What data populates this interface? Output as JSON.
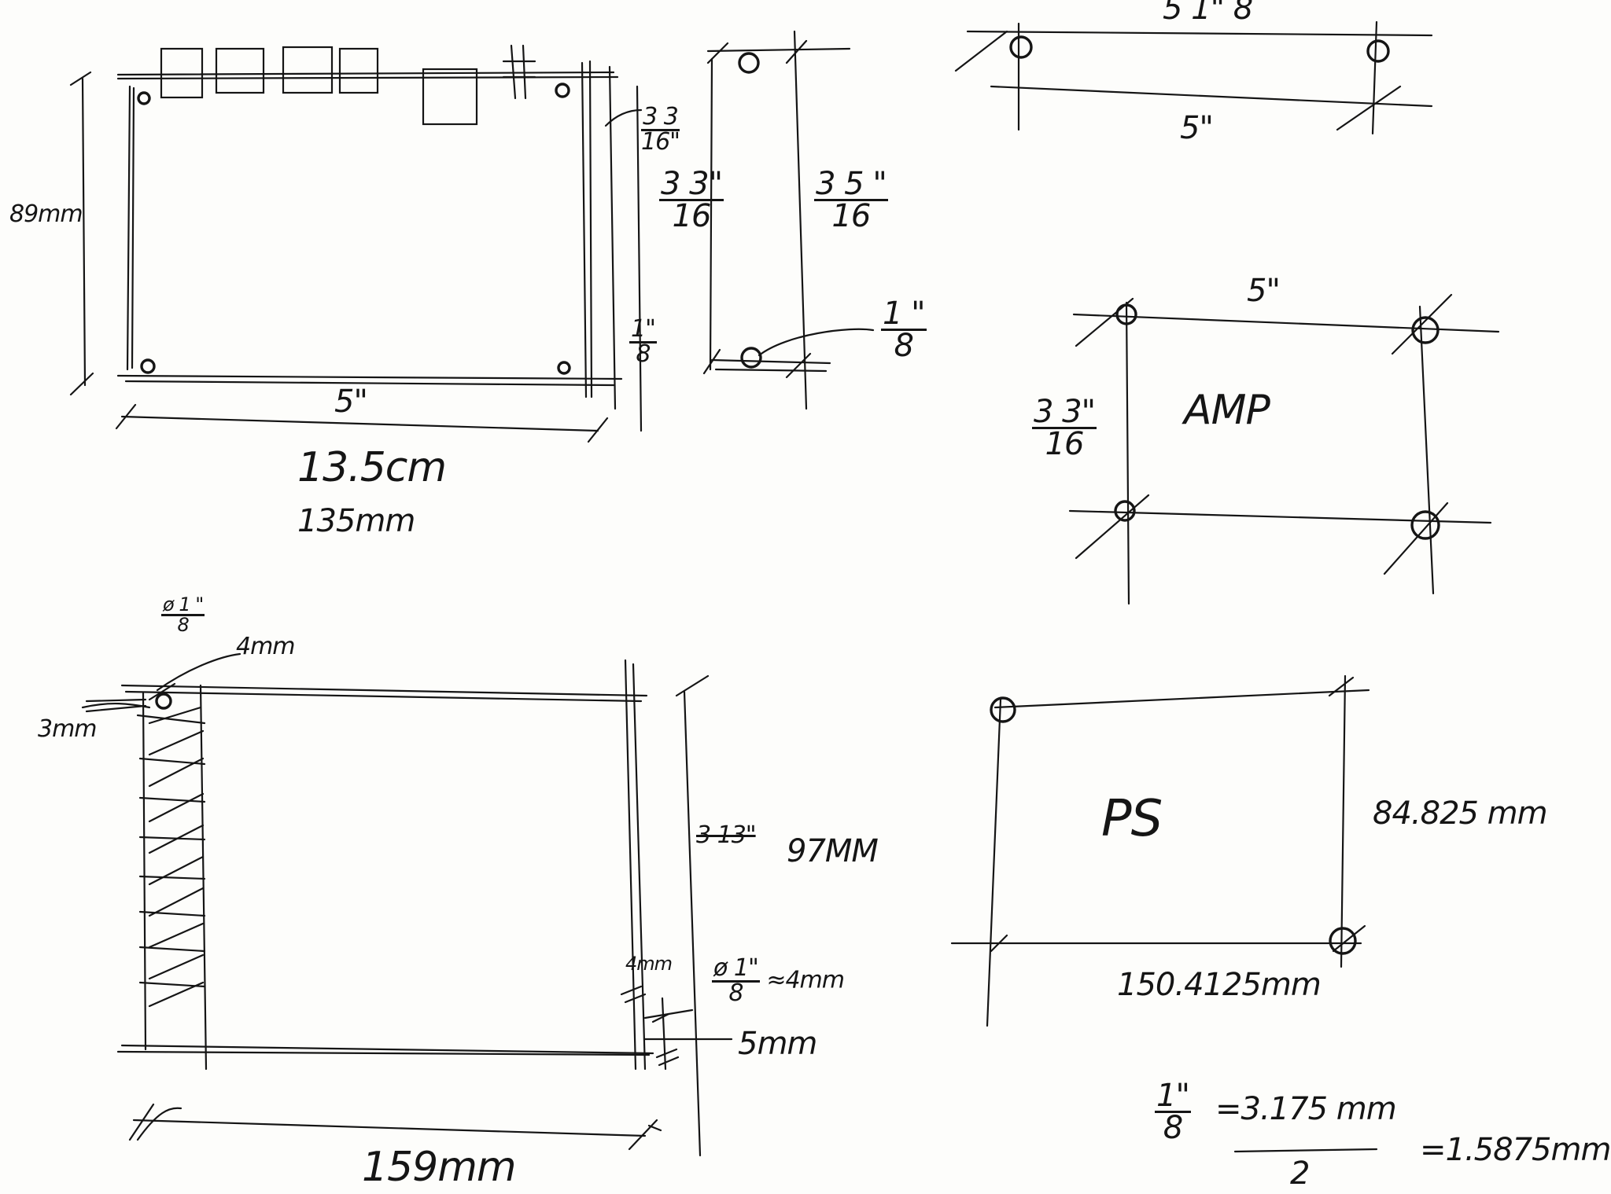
{
  "sheet": {
    "paper_color": "#fdfdfb",
    "ink_color": "#151515"
  },
  "board_top_left": {
    "height_label": "89mm",
    "width_label": "5\"",
    "overall_width_cm": "13.5cm",
    "overall_width_mm": "135mm",
    "edge_offset_num": "3 3",
    "edge_offset_den": "16\"",
    "corner_hole_num": "1\"",
    "corner_hole_den": "8"
  },
  "side_view": {
    "left_num": "3 3\"",
    "left_den": "16",
    "right_num": "3 5 \"",
    "right_den": "16",
    "hole_num": "1 \"",
    "hole_den": "8"
  },
  "top_right_panel": {
    "top_label": "5 1\"",
    "top_den": "8",
    "bottom_label": "5\""
  },
  "amp_panel": {
    "title": "AMP",
    "top_label": "5\"",
    "height_num": "3 3\"",
    "height_den": "16"
  },
  "bottom_left_board": {
    "hole_dia_num": "ø 1 \"",
    "hole_dia_den": "8",
    "top_offset": "4mm",
    "side_offset": "3mm",
    "height_label": "97MM",
    "height_struck": "3 13\"",
    "right_offset_top": "4mm",
    "hole_note_num": "ø 1\"",
    "hole_note_den": "8",
    "hole_note_approx": "≈4mm",
    "right_offset_bottom": "5mm",
    "width_label": "159mm"
  },
  "ps_panel": {
    "title": "PS",
    "height_label": "84.825 mm",
    "width_label": "150.4125mm"
  },
  "conversion": {
    "frac_num": "1\"",
    "frac_den": "8",
    "equals_mm": "=3.175 mm",
    "divisor": "2",
    "result": "=1.5875mm"
  }
}
